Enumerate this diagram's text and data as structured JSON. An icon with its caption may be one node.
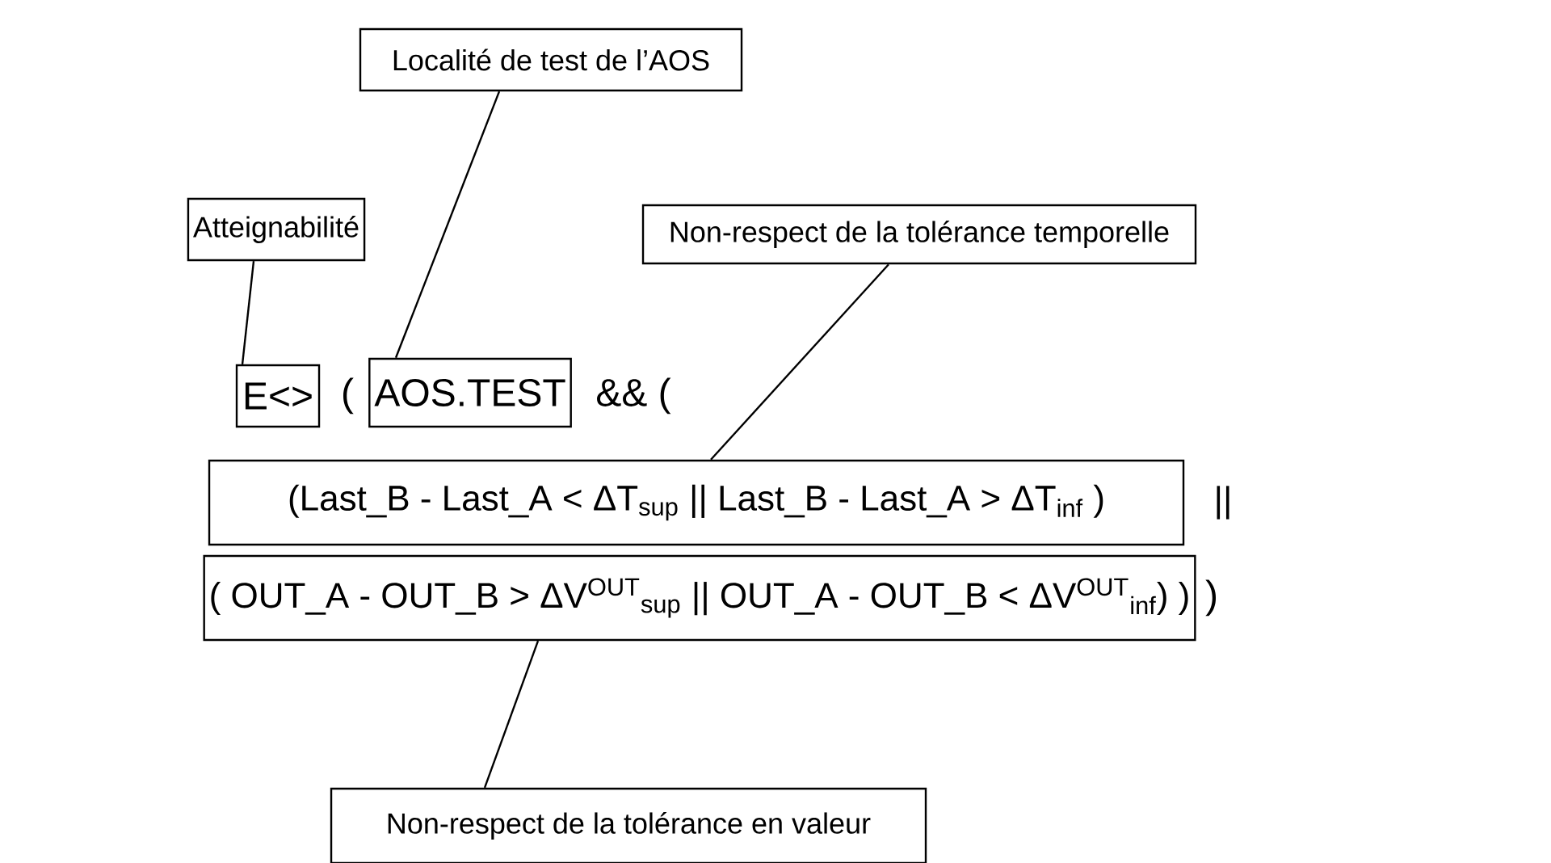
{
  "diagram": {
    "nodes": [
      {
        "text": [
          "Atteignabilité"
        ]
      },
      {
        "text": [
          "Localité de test de l’AOS"
        ]
      },
      {
        "text": [
          "Non-respect de la tolérance temporelle"
        ]
      },
      {
        "text": [
          "E<>"
        ]
      },
      {
        "text": [
          "AOS.TEST"
        ]
      },
      {
        "text": [
          "(Last_B - Last_A < ΔT$_{sup}$ || Last_B - Last_A > ΔT$_{inf}$ )"
        ]
      },
      {
        "text": [
          "( OUT_A - OUT_B > ΔV$^{OUT}$$_{sup}$ || OUT_A - OUT_B < ΔV$^{OUT}$$_{inf}$) )"
        ]
      },
      {
        "text": [
          "Non-respect de la tolérance en valeur"
        ]
      }
    ],
    "edges": [
      {
        "from": 0,
        "to": 3,
        "arrow": "none"
      },
      {
        "from": 1,
        "to": 4,
        "arrow": "none"
      },
      {
        "from": 2,
        "to": 5,
        "arrow": "none"
      },
      {
        "from": 7,
        "to": 6,
        "arrow": "none"
      }
    ],
    "labels": [
      "(",
      "&& (",
      "||",
      ")"
    ]
  }
}
